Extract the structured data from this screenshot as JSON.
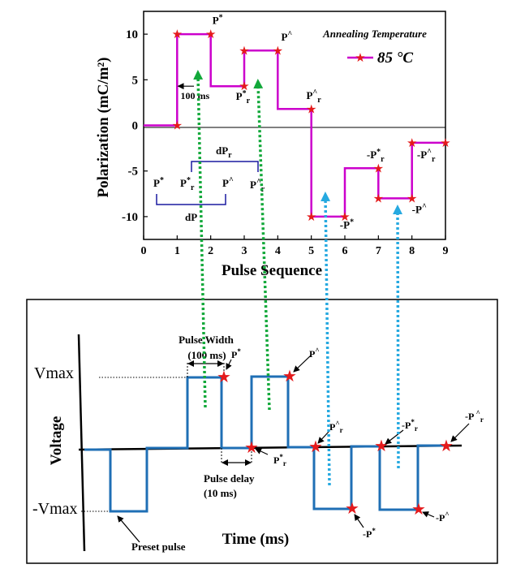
{
  "colors": {
    "trace": "#cc00cc",
    "marker": "#e41a1c",
    "axis": "#000000",
    "waveform": "#1f6fb5",
    "arrow_green": "#12a83a",
    "arrow_blue": "#26a9e0",
    "bracket": "#1a1aa0"
  },
  "chart_data": [
    {
      "type": "line",
      "xlabel": "Pulse Sequence",
      "ylabel": "Polarization (mC/m²)",
      "xlim": [
        0,
        9
      ],
      "ylim": [
        -12.5,
        12.5
      ],
      "xticks": [
        0,
        1,
        2,
        3,
        4,
        5,
        6,
        7,
        8,
        9
      ],
      "yticks": [
        10,
        5,
        0,
        -5,
        -10
      ],
      "grid": false,
      "legend": {
        "title": "Annealing Temperature",
        "label": "85 °C",
        "placement": "top-right"
      },
      "series": [
        {
          "name": "85 °C",
          "points": [
            [
              0,
              0
            ],
            [
              1,
              0
            ],
            [
              1,
              10
            ],
            [
              2,
              10
            ],
            [
              2,
              4.3
            ],
            [
              3,
              4.3
            ],
            [
              3,
              8.2
            ],
            [
              4,
              8.2
            ],
            [
              4,
              1.8
            ],
            [
              5,
              1.8
            ],
            [
              5,
              -10
            ],
            [
              6,
              -10
            ],
            [
              6,
              -4.7
            ],
            [
              7,
              -4.7
            ],
            [
              7,
              -8
            ],
            [
              8,
              -8
            ],
            [
              8,
              -1.9
            ],
            [
              9,
              -1.9
            ]
          ],
          "markers": [
            [
              1,
              0
            ],
            [
              1,
              10
            ],
            [
              2,
              10
            ],
            [
              3,
              4.3
            ],
            [
              3,
              8.2
            ],
            [
              4,
              8.2
            ],
            [
              5,
              1.8
            ],
            [
              5,
              -10
            ],
            [
              6,
              -10
            ],
            [
              7,
              -4.7
            ],
            [
              7,
              -8
            ],
            [
              8,
              -8
            ],
            [
              8,
              -1.9
            ],
            [
              9,
              -1.9
            ]
          ]
        }
      ],
      "annotations": [
        {
          "text": "P*",
          "x": 2.05,
          "y": 11.1
        },
        {
          "text": "P*r",
          "x": 2.75,
          "y": 2.8
        },
        {
          "text": "P^",
          "x": 4.1,
          "y": 9.3
        },
        {
          "text": "P^r",
          "x": 4.85,
          "y": 2.9
        },
        {
          "text": "-P*",
          "x": 5.85,
          "y": -11.3
        },
        {
          "text": "-P*r",
          "x": 6.65,
          "y": -3.6
        },
        {
          "text": "-P^",
          "x": 8.0,
          "y": -9.6
        },
        {
          "text": "-P^r",
          "x": 8.15,
          "y": -3.6
        },
        {
          "text": "100 ms",
          "x": 1.1,
          "y": 2.9
        }
      ],
      "brackets": {
        "dPr": {
          "label": "dPr",
          "from": "P*r",
          "to": "P^r"
        },
        "dP": {
          "label": "dP",
          "from": "P*",
          "to": "P^"
        }
      }
    },
    {
      "type": "line",
      "xlabel": "Time (ms)",
      "ylabel": "Voltage",
      "yticks": [
        "Vmax",
        "-Vmax"
      ],
      "annotations": [
        "Pulse Width",
        "(100 ms)",
        "Pulse delay",
        "(10 ms)",
        "Preset pulse",
        "P*",
        "P^",
        "P*r",
        "P^r",
        "-P*r",
        "-P^r",
        "-P*",
        "-P^"
      ]
    }
  ]
}
